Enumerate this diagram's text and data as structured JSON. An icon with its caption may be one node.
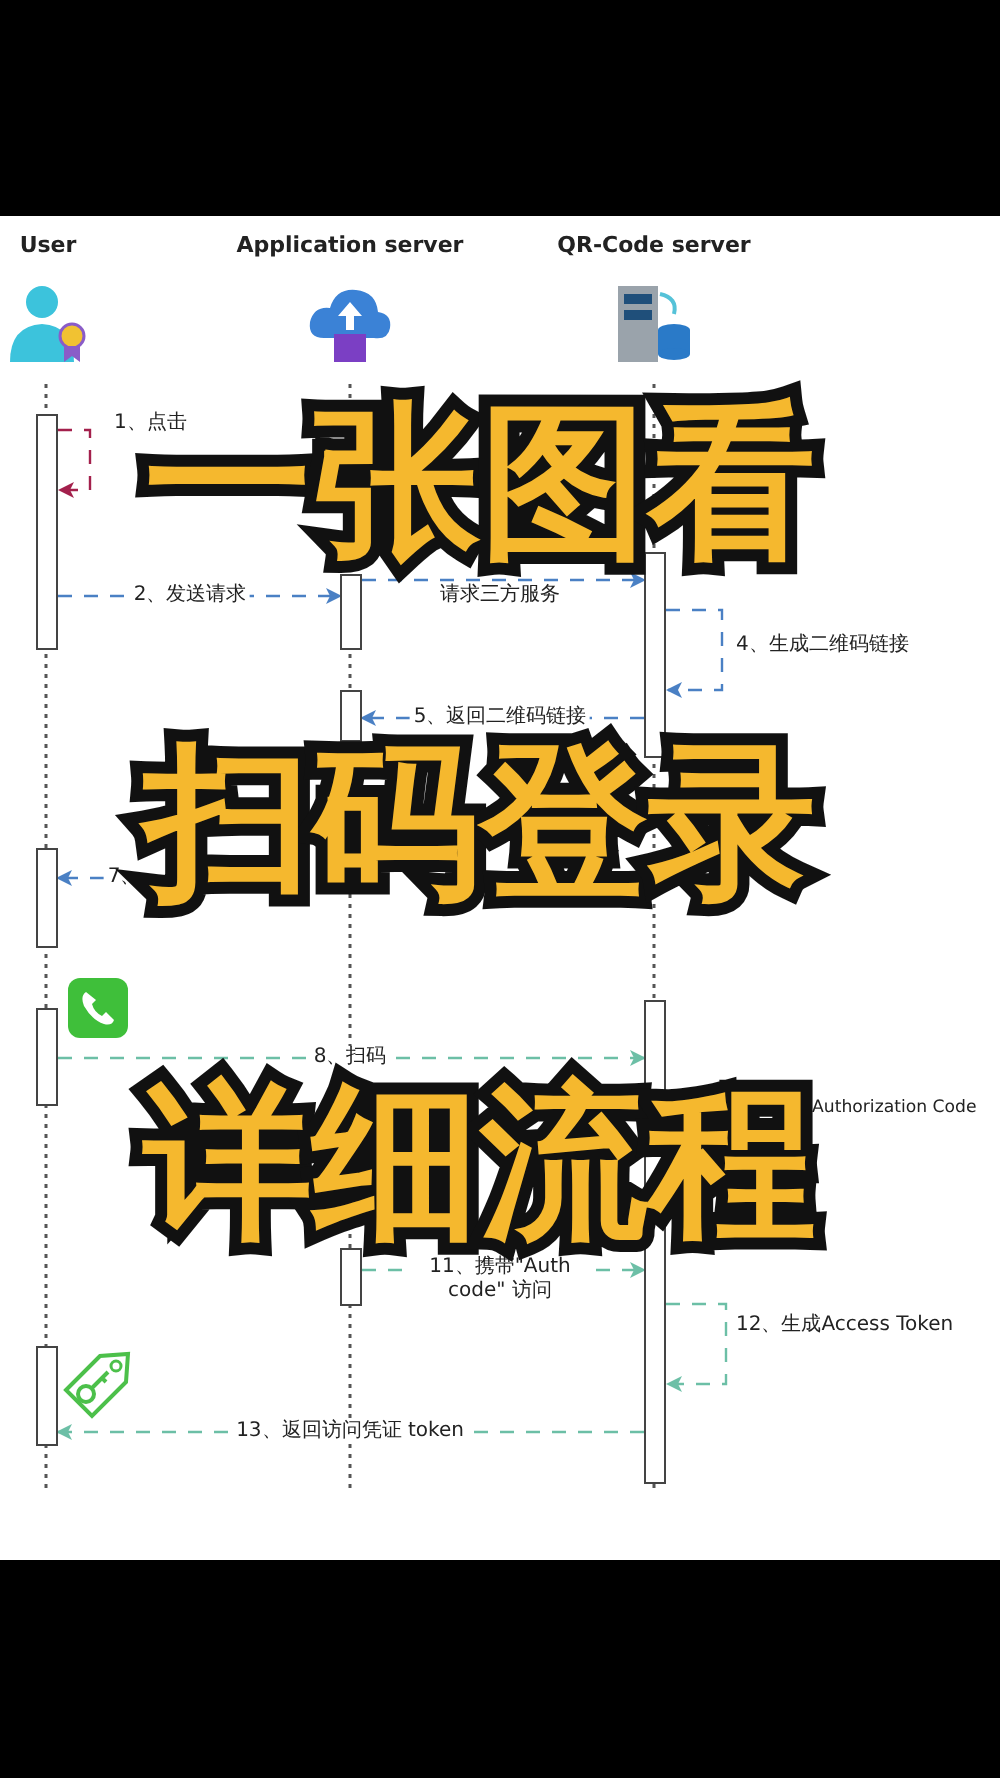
{
  "diagram": {
    "title": "一张图看扫码登录详细流程",
    "nodes": [
      {
        "text": [
          "User"
        ]
      },
      {
        "text": [
          "Application server"
        ]
      },
      {
        "text": [
          "QR-Code server"
        ]
      },
      {
        "text": [],
        "shape": "bar"
      },
      {
        "text": [],
        "shape": "bar"
      },
      {
        "text": [],
        "shape": "bar"
      },
      {
        "text": [],
        "shape": "bar"
      },
      {
        "text": [],
        "shape": "bar"
      },
      {
        "text": [],
        "shape": "bar"
      },
      {
        "text": [],
        "shape": "bar"
      },
      {
        "text": [],
        "shape": "bar"
      },
      {
        "text": [],
        "shape": "bar"
      }
    ],
    "edges": [
      {
        "from": 3,
        "to": 3,
        "arrow": "to",
        "label": "1、点击",
        "color": "#a3204c"
      },
      {
        "from": 3,
        "to": 7,
        "arrow": "to",
        "label": "2、发送请求"
      },
      {
        "from": 7,
        "to": 10,
        "arrow": "to",
        "label": "请求三方服务"
      },
      {
        "from": 10,
        "to": 10,
        "arrow": "to",
        "label": "4、生成二维码链接"
      },
      {
        "from": 10,
        "to": 8,
        "arrow": "to",
        "label": "5、返回二维码链接"
      },
      {
        "from": null,
        "to": 4,
        "arrow": "to",
        "label": "7、"
      },
      {
        "from": 5,
        "to": 11,
        "arrow": "to",
        "label": "8、扫码",
        "color": "#6cbfa6"
      },
      {
        "from": 9,
        "to": 11,
        "arrow": "to",
        "label": "11、携带\"Auth code\" 访问",
        "color": "#6cbfa6"
      },
      {
        "from": 11,
        "to": 11,
        "arrow": "to",
        "label": "12、生成Access Token",
        "color": "#6cbfa6"
      },
      {
        "from": 11,
        "to": 6,
        "arrow": "to",
        "label": "13、返回访问凭证 token",
        "color": "#6cbfa6"
      }
    ],
    "labels": [
      "Authorization Code"
    ]
  }
}
